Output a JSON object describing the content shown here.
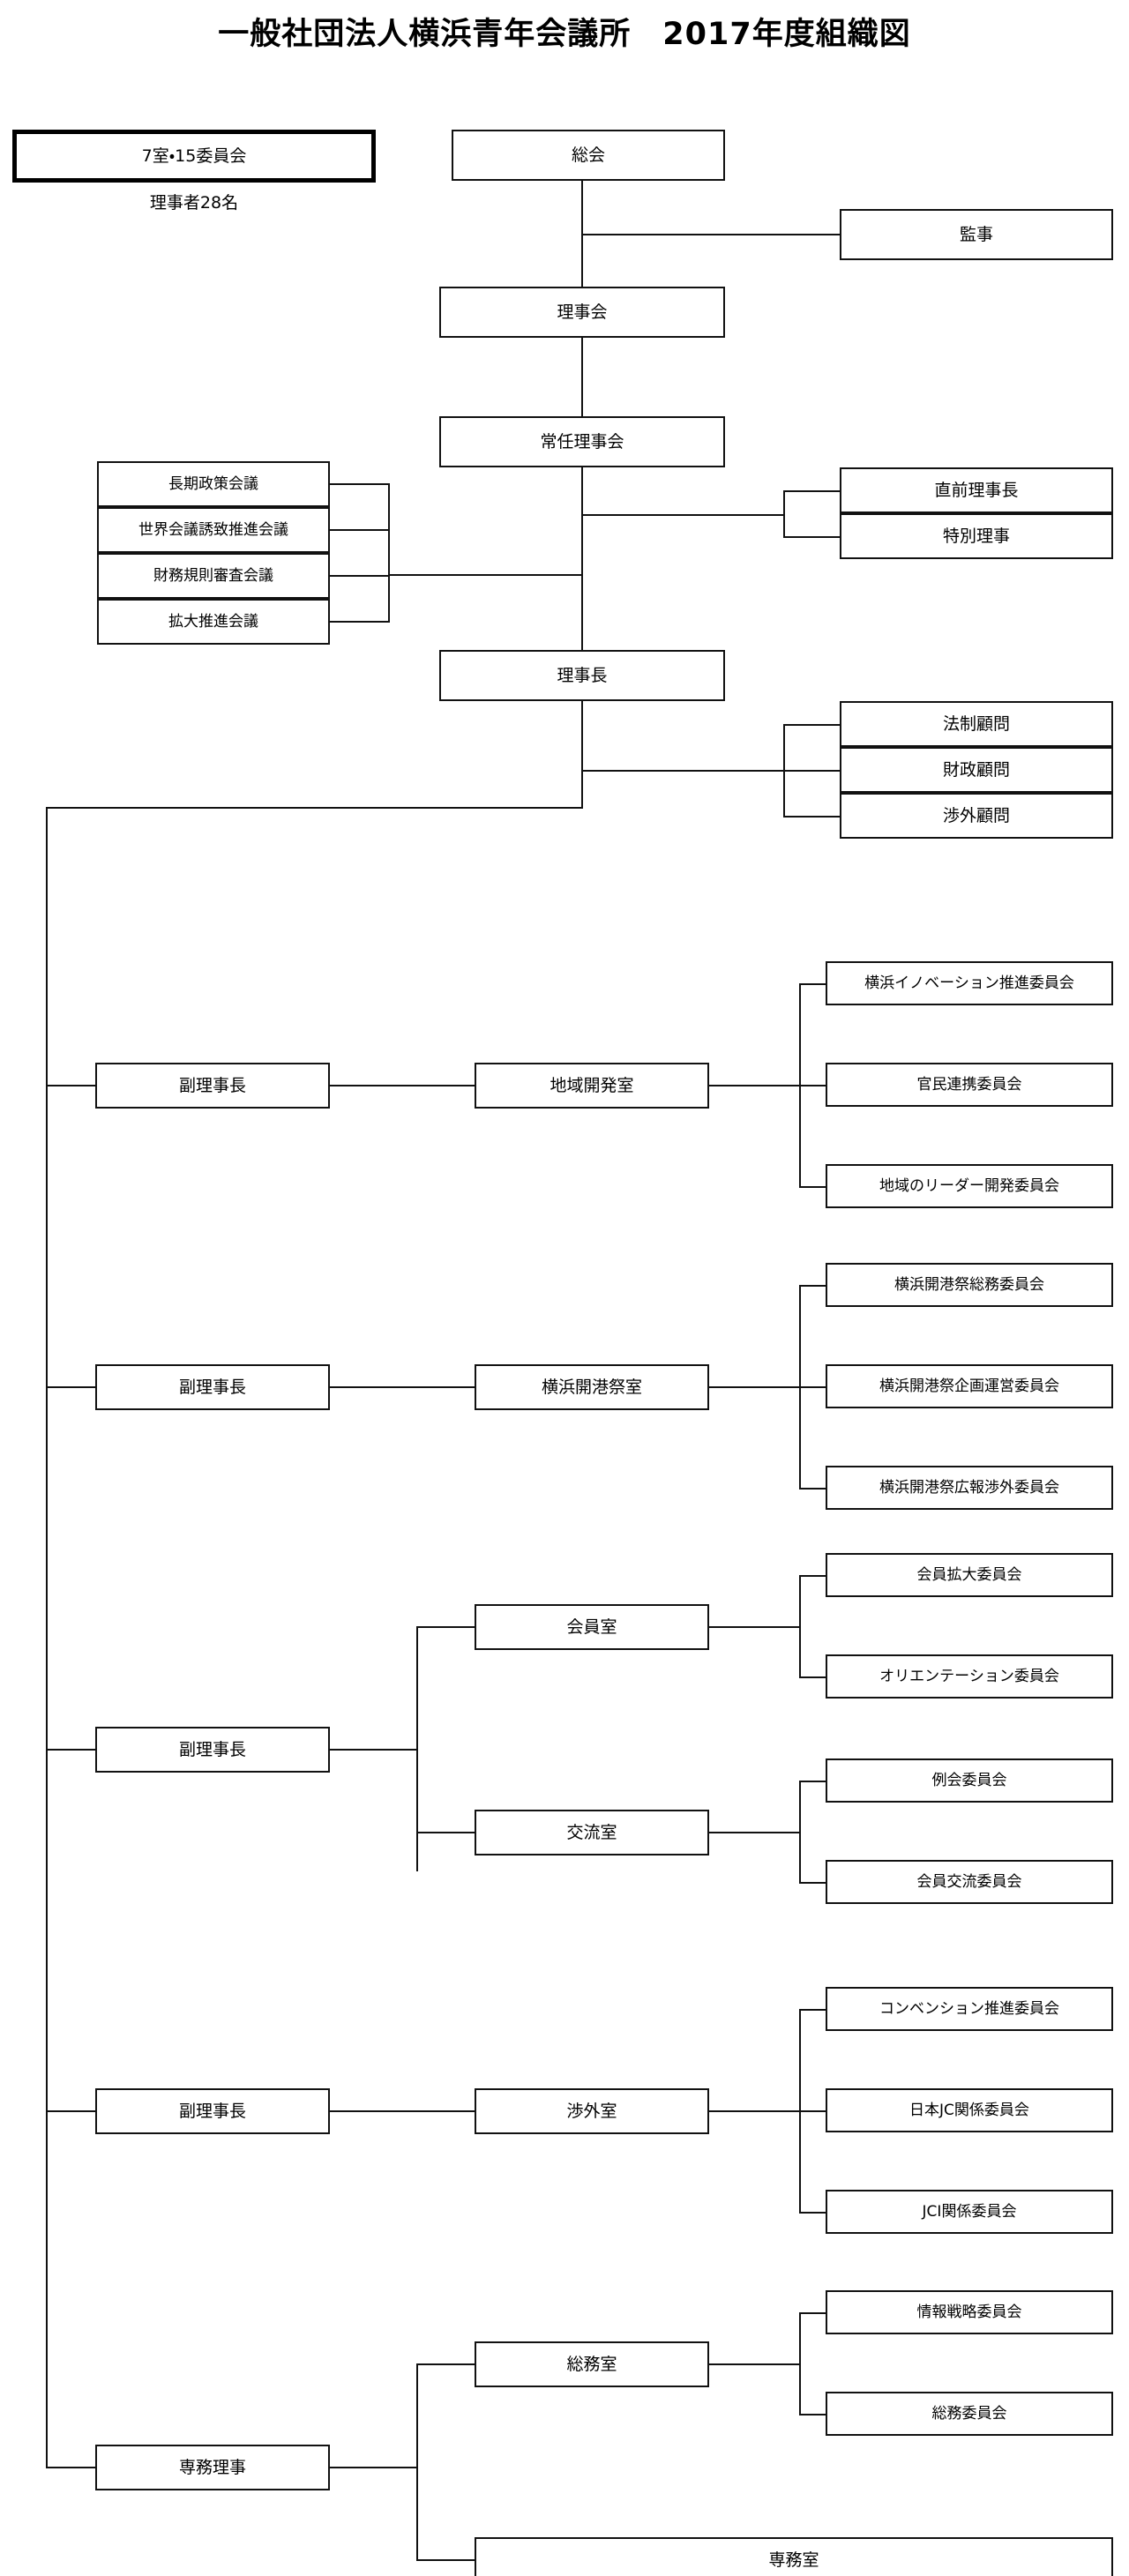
{
  "title": "一般社団法人横浜青年会議所　2017年度組織図",
  "summary": {
    "rooms_committees": "7室・15委員会",
    "officers": "理事者28名"
  },
  "governance": {
    "general_meeting": "総会",
    "auditor": "監事",
    "board_of_directors": "理事会",
    "standing_board": "常任理事会",
    "president": "理事長"
  },
  "councils": [
    {
      "label": "長期政策会議"
    },
    {
      "label": "世界会議誘致推進会議"
    },
    {
      "label": "財務規則審査会議"
    },
    {
      "label": "拡大推進会議"
    }
  ],
  "special_officers": [
    {
      "label": "直前理事長"
    },
    {
      "label": "特別理事"
    }
  ],
  "advisors": [
    {
      "label": "法制顧問"
    },
    {
      "label": "財政顧問"
    },
    {
      "label": "渉外顧問"
    }
  ],
  "branches": [
    {
      "officer": "副理事長",
      "rooms": [
        {
          "room": "地域開発室",
          "committees": [
            "横浜イノベーション推進委員会",
            "官民連携委員会",
            "地域のリーダー開発委員会"
          ]
        }
      ]
    },
    {
      "officer": "副理事長",
      "rooms": [
        {
          "room": "横浜開港祭室",
          "committees": [
            "横浜開港祭総務委員会",
            "横浜開港祭企画運営委員会",
            "横浜開港祭広報渉外委員会"
          ]
        }
      ]
    },
    {
      "officer": "副理事長",
      "rooms": [
        {
          "room": "会員室",
          "committees": [
            "会員拡大委員会",
            "オリエンテーション委員会"
          ]
        },
        {
          "room": "交流室",
          "committees": [
            "例会委員会",
            "会員交流委員会"
          ]
        }
      ]
    },
    {
      "officer": "副理事長",
      "rooms": [
        {
          "room": "渉外室",
          "committees": [
            "コンベンション推進委員会",
            "日本JC関係委員会",
            "JCI関係委員会"
          ]
        }
      ]
    },
    {
      "officer": "専務理事",
      "rooms": [
        {
          "room": "総務室",
          "committees": [
            "情報戦略委員会",
            "総務委員会"
          ]
        },
        {
          "room": "専務室",
          "committees": []
        }
      ]
    }
  ]
}
